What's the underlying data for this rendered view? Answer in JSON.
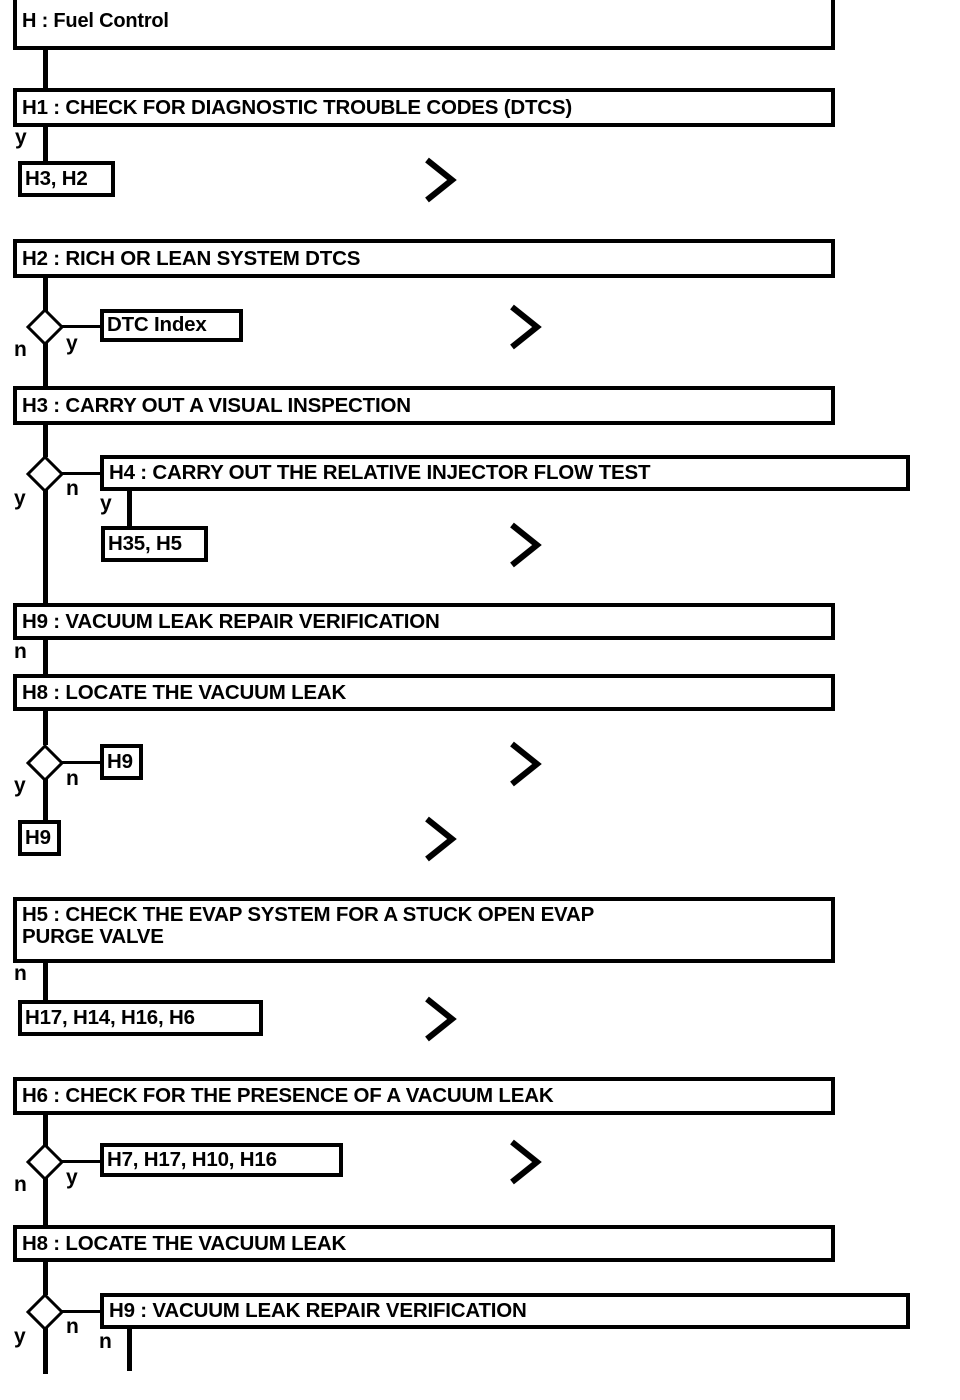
{
  "document": {
    "title": "H : Fuel Control",
    "kind": "diagnostic-flowchart"
  },
  "nodes": {
    "h_root": {
      "label": "H : Fuel Control"
    },
    "h1": {
      "label": "H1 : CHECK FOR DIAGNOSTIC TROUBLE CODES (DTCS)"
    },
    "h2": {
      "label": "H2 : RICH OR LEAN SYSTEM DTCS"
    },
    "h3": {
      "label": "H3 : CARRY OUT A VISUAL INSPECTION"
    },
    "h4": {
      "label": "H4 : CARRY OUT THE RELATIVE INJECTOR FLOW TEST"
    },
    "h9_top": {
      "label": "H9 : VACUUM LEAK REPAIR VERIFICATION"
    },
    "h8_top": {
      "label": "H8 : LOCATE THE VACUUM LEAK"
    },
    "h5": {
      "label": "H5 : CHECK THE EVAP SYSTEM FOR A STUCK OPEN EVAP\nPURGE VALVE"
    },
    "h6": {
      "label": "H6 : CHECK FOR THE PRESENCE OF A VACUUM LEAK"
    },
    "h8_bot": {
      "label": "H8 : LOCATE THE VACUUM LEAK"
    },
    "h9_bot": {
      "label": "H9 : VACUUM LEAK REPAIR VERIFICATION"
    }
  },
  "refs": {
    "ref_h3_h2": {
      "label": "H3, H2"
    },
    "ref_dtc_index": {
      "label": "DTC Index"
    },
    "ref_h35_h5": {
      "label": "H35, H5"
    },
    "ref_h9_a": {
      "label": "H9"
    },
    "ref_h9_b": {
      "label": "H9"
    },
    "ref_h17_group": {
      "label": "H17, H14, H16, H6"
    },
    "ref_h7_group": {
      "label": "H7, H17, H10, H16"
    }
  },
  "branches": {
    "b1_y": {
      "label": "y"
    },
    "b2_n": {
      "label": "n"
    },
    "b2_y": {
      "label": "y"
    },
    "b3_y": {
      "label": "y"
    },
    "b3_n": {
      "label": "n"
    },
    "b4_y": {
      "label": "y"
    },
    "b5_n": {
      "label": "n"
    },
    "b6_y": {
      "label": "y"
    },
    "b6_n": {
      "label": "n"
    },
    "b7_n": {
      "label": "n"
    },
    "b8_n": {
      "label": "n"
    },
    "b8_y": {
      "label": "y"
    },
    "b9_y": {
      "label": "y"
    },
    "b9_n": {
      "label": "n"
    },
    "b9_n2": {
      "label": "n"
    }
  },
  "colors": {
    "stroke": "#000000",
    "fill": "#ffffff"
  },
  "chart_data": {
    "type": "flowchart-diagram",
    "title": "H : Fuel Control",
    "steps": [
      {
        "id": "H",
        "text": "H : Fuel Control"
      },
      {
        "id": "H1",
        "text": "H1 : CHECK FOR DIAGNOSTIC TROUBLE CODES (DTCS)"
      },
      {
        "id": "H2",
        "text": "H2 : RICH OR LEAN SYSTEM DTCS"
      },
      {
        "id": "H3",
        "text": "H3 : CARRY OUT A VISUAL INSPECTION"
      },
      {
        "id": "H4",
        "text": "H4 : CARRY OUT THE RELATIVE INJECTOR FLOW TEST"
      },
      {
        "id": "H9a",
        "text": "H9 : VACUUM LEAK REPAIR VERIFICATION"
      },
      {
        "id": "H8a",
        "text": "H8 : LOCATE THE VACUUM LEAK"
      },
      {
        "id": "H5",
        "text": "H5 : CHECK THE EVAP SYSTEM FOR A STUCK OPEN EVAP PURGE VALVE"
      },
      {
        "id": "H6",
        "text": "H6 : CHECK FOR THE PRESENCE OF A VACUUM LEAK"
      },
      {
        "id": "H8b",
        "text": "H8 : LOCATE THE VACUUM LEAK"
      },
      {
        "id": "H9b",
        "text": "H9 : VACUUM LEAK REPAIR VERIFICATION"
      }
    ],
    "references": [
      "H3, H2",
      "DTC Index",
      "H35, H5",
      "H9",
      "H9",
      "H17, H14, H16, H6",
      "H7, H17, H10, H16"
    ],
    "branch_labels": [
      "y",
      "n"
    ]
  }
}
